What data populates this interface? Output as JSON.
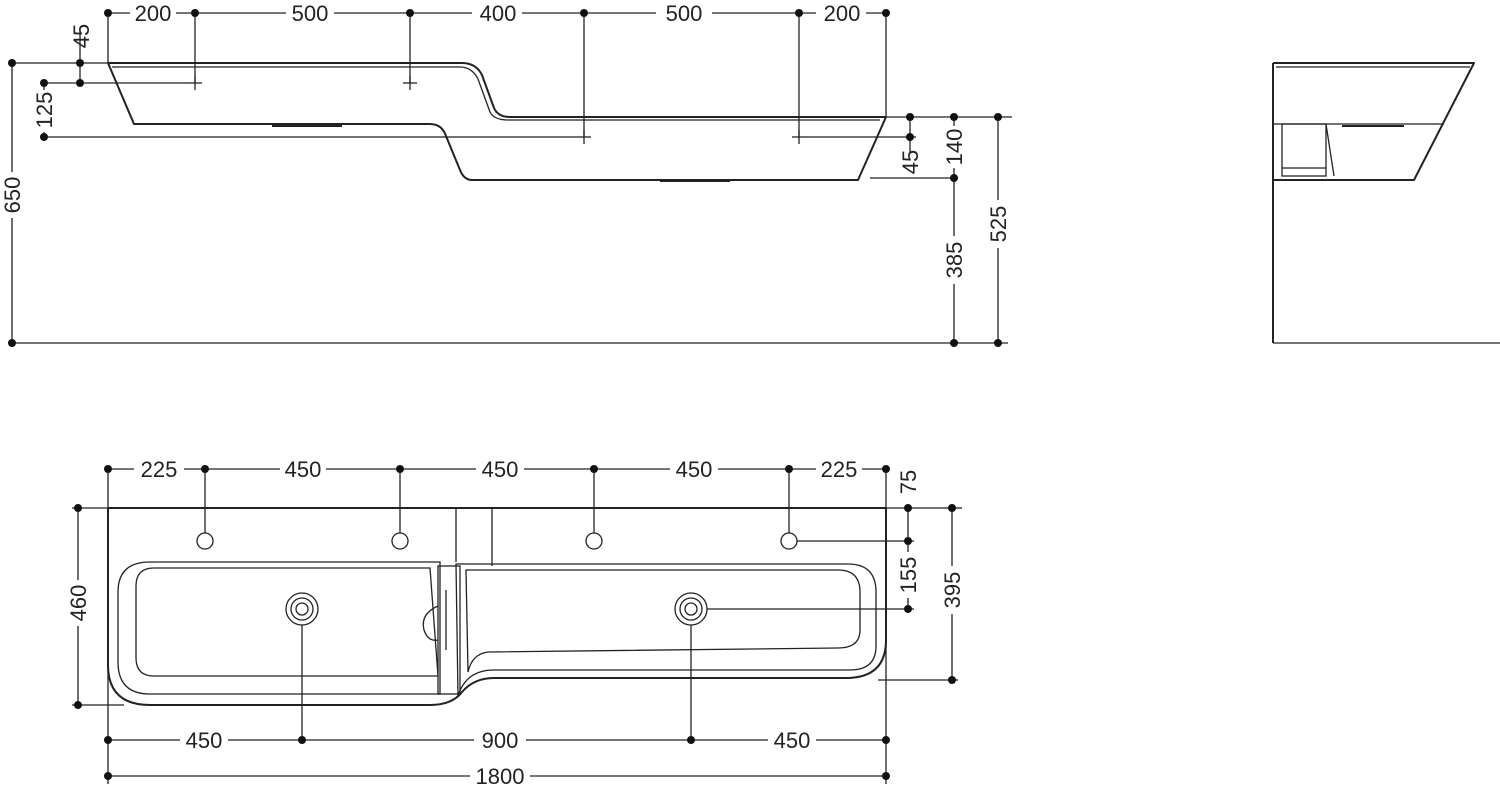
{
  "drawing": {
    "front_view": {
      "top_dims": [
        "200",
        "500",
        "400",
        "500",
        "200"
      ],
      "left_dims": [
        "45",
        "125",
        "650"
      ],
      "right_dims": [
        "45",
        "140",
        "385",
        "525"
      ]
    },
    "plan_view": {
      "top_dims": [
        "225",
        "450",
        "450",
        "450",
        "225",
        "75"
      ],
      "left_dims": [
        "460"
      ],
      "right_dims": [
        "155",
        "395"
      ],
      "bottom_dims": [
        "450",
        "900",
        "450"
      ],
      "overall": "1800"
    }
  }
}
